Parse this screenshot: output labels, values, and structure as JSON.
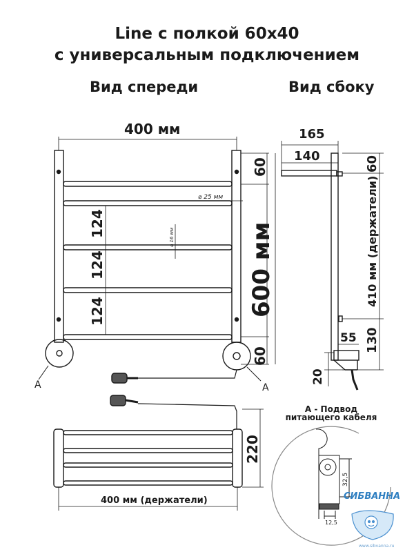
{
  "title": {
    "line1": "Line с полкой 60x40",
    "line2": "с универсальным подключением"
  },
  "views": {
    "front": "Вид спереди",
    "side": "Вид сбоку"
  },
  "front": {
    "width": "400 мм",
    "height": "600 мм",
    "top_offset": "60",
    "bottom_offset": "60",
    "spacing_1": "124",
    "spacing_2": "124",
    "spacing_3": "124",
    "pipe_diameter": "25 мм",
    "bar_diameter": "16 мм",
    "callout_left": "А",
    "callout_right": "А"
  },
  "side": {
    "depth_total": "165",
    "depth_shelf": "140",
    "top_offset": "60",
    "holders": "410 мм (держатели)",
    "bottom": "130",
    "connector_depth": "55",
    "connector_height": "20"
  },
  "shelf": {
    "height": "220",
    "holders_width": "400 мм (держатели)"
  },
  "detail": {
    "title_line1": "А - Подвод",
    "title_line2": "питающего кабеля",
    "dim_height": "32,5",
    "dim_width": "12,5"
  },
  "brand": {
    "name": "СИБВАННА",
    "site": "www.sibvanna.ru"
  }
}
